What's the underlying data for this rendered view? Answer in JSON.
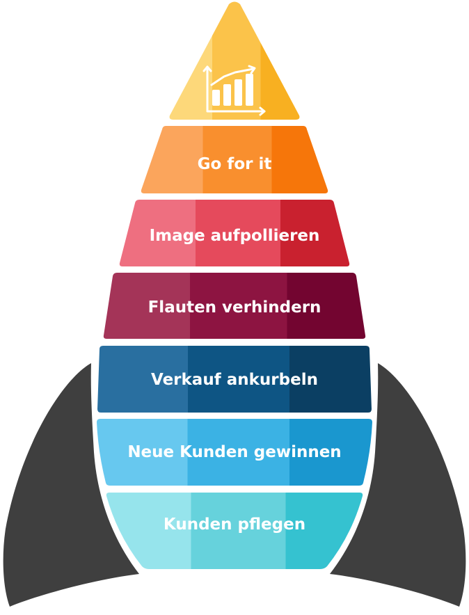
{
  "diagram": {
    "type": "rocket-pyramid",
    "fin_color": "#3f3f3f",
    "top_icon": "growth-chart-icon",
    "tiers": [
      {
        "label": "",
        "colors": [
          "#fdd87a",
          "#fbc34a",
          "#f8b021"
        ]
      },
      {
        "label": "Go for it",
        "colors": [
          "#fba55c",
          "#f98f2e",
          "#f6760a"
        ]
      },
      {
        "label": "Image aufpollieren",
        "colors": [
          "#ee6f80",
          "#e54a5c",
          "#c9212f"
        ]
      },
      {
        "label": "Flauten verhindern",
        "colors": [
          "#a43458",
          "#8d1441",
          "#730530"
        ]
      },
      {
        "label": "Verkauf ankurbeln",
        "colors": [
          "#296fa0",
          "#0e5584",
          "#0b3f63"
        ]
      },
      {
        "label": "Neue Kunden gewinnen",
        "colors": [
          "#67c8ef",
          "#3bb2e4",
          "#1a97cf"
        ]
      },
      {
        "label": "Kunden pflegen",
        "colors": [
          "#96e4ec",
          "#66d2dc",
          "#35c2d0"
        ]
      }
    ]
  }
}
